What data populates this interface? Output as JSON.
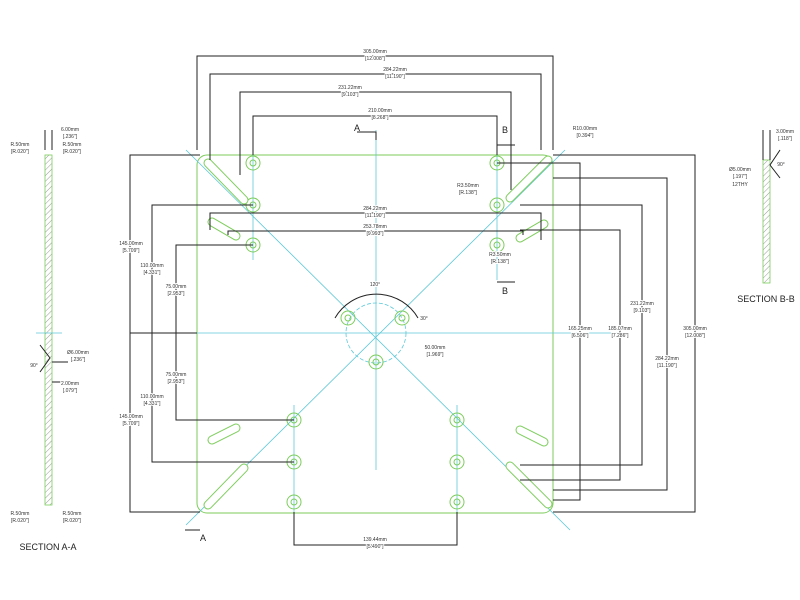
{
  "colors": {
    "outline": "#7ccd5a",
    "centerline": "#5cc8d8",
    "dimension": "#222222"
  },
  "plan": {
    "dims": [
      {
        "mm": "305.00mm",
        "in": "[12.008\"]"
      },
      {
        "mm": "284.22mm",
        "in": "[11.190\"]"
      },
      {
        "mm": "231.22mm",
        "in": "[9.103\"]"
      },
      {
        "mm": "210.00mm",
        "in": "[8.268\"]"
      },
      {
        "mm": "R10.00mm",
        "in": "[0.394\"]"
      },
      {
        "mm": "R3.50mm",
        "in": "[R.138\"]"
      },
      {
        "mm": "284.22mm",
        "in": "[11.190\"]"
      },
      {
        "mm": "253.78mm",
        "in": "[9.993\"]"
      },
      {
        "mm": "R3.50mm",
        "in": "[R.138\"]"
      },
      {
        "mm": "145.00mm",
        "in": "[5.709\"]"
      },
      {
        "mm": "110.00mm",
        "in": "[4.331\"]"
      },
      {
        "mm": "75.00mm",
        "in": "[2.953\"]"
      },
      {
        "mm": "75.00mm",
        "in": "[2.953\"]"
      },
      {
        "mm": "110.00mm",
        "in": "[4.331\"]"
      },
      {
        "mm": "145.00mm",
        "in": "[5.709\"]"
      },
      {
        "mm": "50.00mm",
        "in": "[1.969\"]"
      },
      {
        "mm": "165.25mm",
        "in": "[6.506\"]"
      },
      {
        "mm": "185.07mm",
        "in": "[7.286\"]"
      },
      {
        "mm": "231.22mm",
        "in": "[9.103\"]"
      },
      {
        "mm": "305.00mm",
        "in": "[12.008\"]"
      },
      {
        "mm": "284.22mm",
        "in": "[11.190\"]"
      },
      {
        "mm": "139.44mm",
        "in": "[5.490\"]"
      }
    ],
    "angles": [
      "120°",
      "30°"
    ],
    "section_marks": [
      "A",
      "B",
      "B",
      "A"
    ]
  },
  "section_aa": {
    "title": "SECTION A-A",
    "dims": [
      {
        "mm": "6.00mm",
        "in": "[.236\"]"
      },
      {
        "mm": "R.50mm",
        "in": "[R.020\"]"
      },
      {
        "mm": "R.50mm",
        "in": "[R.020\"]"
      },
      {
        "mm": "Ø6.00mm",
        "in": "[.236\"]"
      },
      {
        "mm": "2.00mm",
        "in": "[.079\"]"
      },
      {
        "mm": "R.50mm",
        "in": "[R.020\"]"
      },
      {
        "mm": "R.50mm",
        "in": "[R.020\"]"
      }
    ],
    "angle": "90°"
  },
  "section_bb": {
    "title": "SECTION B-B",
    "dims": [
      {
        "mm": "3.00mm",
        "in": "[.118\"]"
      },
      {
        "mm": "Ø5.00mm",
        "in": "[.197\"]"
      }
    ],
    "thread_note": "12THY",
    "angle": "90°"
  }
}
